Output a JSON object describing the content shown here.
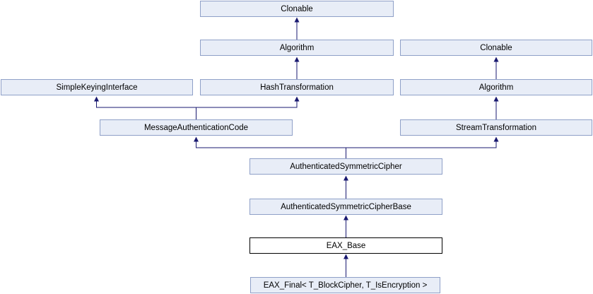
{
  "diagram": {
    "type": "class-inheritance-diagram",
    "colors": {
      "background": "#ffffff",
      "node_fill": "#e8edf7",
      "node_border": "#8fa0c8",
      "highlight_fill": "#ffffff",
      "highlight_border": "#000000",
      "edge": "#191970",
      "text": "#000000"
    },
    "nodes": [
      {
        "id": "clonable-top",
        "label": "Clonable"
      },
      {
        "id": "algorithm",
        "label": "Algorithm"
      },
      {
        "id": "simple-keying-interface",
        "label": "SimpleKeyingInterface"
      },
      {
        "id": "hash-transformation",
        "label": "HashTransformation"
      },
      {
        "id": "clonable-right",
        "label": "Clonable"
      },
      {
        "id": "algorithm-right",
        "label": "Algorithm"
      },
      {
        "id": "message-authentication-code",
        "label": "MessageAuthenticationCode"
      },
      {
        "id": "stream-transformation",
        "label": "StreamTransformation"
      },
      {
        "id": "authenticated-symmetric-cipher",
        "label": "AuthenticatedSymmetricCipher"
      },
      {
        "id": "authenticated-symmetric-cipher-base",
        "label": "AuthenticatedSymmetricCipherBase"
      },
      {
        "id": "eax-base",
        "label": "EAX_Base",
        "highlighted": true
      },
      {
        "id": "eax-final",
        "label": "EAX_Final< T_BlockCipher, T_IsEncryption >"
      }
    ],
    "edges": [
      {
        "from": "algorithm",
        "to": "clonable-top"
      },
      {
        "from": "hash-transformation",
        "to": "algorithm"
      },
      {
        "from": "algorithm-right",
        "to": "clonable-right"
      },
      {
        "from": "stream-transformation",
        "to": "algorithm-right"
      },
      {
        "from": "message-authentication-code",
        "to": "simple-keying-interface"
      },
      {
        "from": "message-authentication-code",
        "to": "hash-transformation"
      },
      {
        "from": "authenticated-symmetric-cipher",
        "to": "message-authentication-code"
      },
      {
        "from": "authenticated-symmetric-cipher",
        "to": "stream-transformation"
      },
      {
        "from": "authenticated-symmetric-cipher-base",
        "to": "authenticated-symmetric-cipher"
      },
      {
        "from": "eax-base",
        "to": "authenticated-symmetric-cipher-base"
      },
      {
        "from": "eax-final",
        "to": "eax-base"
      }
    ]
  }
}
